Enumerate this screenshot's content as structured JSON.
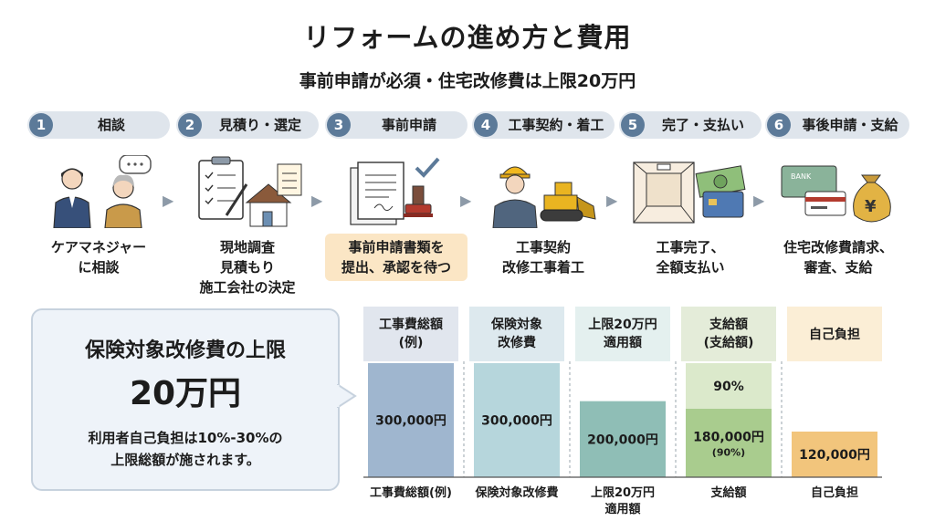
{
  "header": {
    "title": "リフォームの進め方と費用",
    "subtitle": "事前申請が必須・住宅改修費は上限20万円"
  },
  "steps": [
    {
      "num": "1",
      "label": "相談",
      "icon": "consultation-people-icon",
      "desc": [
        "ケアマネジャー",
        "に相談"
      ]
    },
    {
      "num": "2",
      "label": "見積り・選定",
      "icon": "estimate-clipboard-house-icon",
      "desc": [
        "現地調査",
        "見積もり",
        "施工会社の決定"
      ]
    },
    {
      "num": "3",
      "label": "事前申請",
      "icon": "application-documents-stamp-icon",
      "desc": [
        "事前申請書類を",
        "提出、承認を待つ"
      ]
    },
    {
      "num": "4",
      "label": "工事契約・着工",
      "icon": "worker-bulldozer-icon",
      "desc": [
        "工事契約",
        "改修工事着工"
      ]
    },
    {
      "num": "5",
      "label": "完了・支払い",
      "icon": "room-money-card-icon",
      "desc": [
        "工事完了、",
        "全額支払い"
      ]
    },
    {
      "num": "6",
      "label": "事後申請・支給",
      "icon": "bank-card-moneybag-icon",
      "desc": [
        "住宅改修費請求、",
        "審査、支給"
      ]
    }
  ],
  "info": {
    "title": "保険対象改修費の上限",
    "amount": "20万円",
    "note": [
      "利用者自己負担は10%-30%の",
      "上限総額が施されます。"
    ]
  },
  "chart_data": {
    "type": "bar",
    "headers": [
      [
        "工事費総額",
        "(例)"
      ],
      [
        "保険対象",
        "改修費"
      ],
      [
        "上限20万円",
        "適用額"
      ],
      [
        "支給額",
        "(支給額)"
      ],
      [
        "自己負担"
      ]
    ],
    "categories": [
      "工事費総額(例)",
      "保険対象改修費",
      "上限20万円\n適用額",
      "支給額",
      "自己負担"
    ],
    "values": [
      300000,
      300000,
      200000,
      180000,
      120000
    ],
    "labels": [
      "300,000円",
      "300,000円",
      "200,000円",
      "180,000円",
      "120,000円"
    ],
    "sub_labels": [
      "",
      "",
      "",
      "(90%)",
      ""
    ],
    "stack_top_label": "90%",
    "ylim": [
      0,
      300000
    ],
    "colors": {
      "bars": [
        "#9fb6cf",
        "#b6d6dc",
        "#8fbeb6",
        "#a9cc8e",
        "#f2c57c"
      ],
      "headers": [
        "#e1e6ee",
        "#dde9ee",
        "#e4f0ef",
        "#e4ecd9",
        "#fbeed6"
      ],
      "stack_top": "#dbe9cb",
      "accent": "#5c7a99",
      "highlight": "#fbe6c5"
    }
  }
}
